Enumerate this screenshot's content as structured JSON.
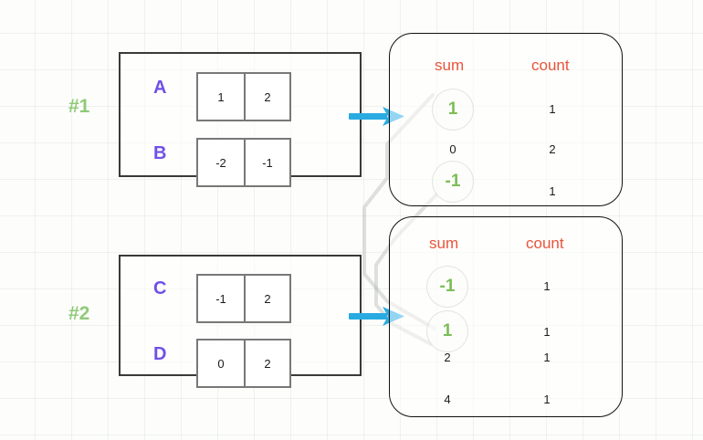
{
  "groups": [
    {
      "tag": "#1"
    },
    {
      "tag": "#2"
    }
  ],
  "input_panels": [
    {
      "name": "panel-1",
      "rows": [
        {
          "label": "A",
          "cells": [
            "1",
            "2"
          ]
        },
        {
          "label": "B",
          "cells": [
            "-2",
            "-1"
          ]
        }
      ]
    },
    {
      "name": "panel-2",
      "rows": [
        {
          "label": "C",
          "cells": [
            "-1",
            "2"
          ]
        },
        {
          "label": "D",
          "cells": [
            "0",
            "2"
          ]
        }
      ]
    }
  ],
  "agg_panels": [
    {
      "name": "agg-panel-1",
      "headers": {
        "sum": "sum",
        "count": "count"
      },
      "rows": [
        {
          "sum": "1",
          "count": "1",
          "highlight": true
        },
        {
          "sum": "0",
          "count": "2",
          "highlight": false
        },
        {
          "sum": "-1",
          "count": "1",
          "highlight": true
        }
      ]
    },
    {
      "name": "agg-panel-2",
      "headers": {
        "sum": "sum",
        "count": "count"
      },
      "rows": [
        {
          "sum": "-1",
          "count": "1",
          "highlight": true
        },
        {
          "sum": "1",
          "count": "1",
          "highlight": true
        },
        {
          "sum": "2",
          "count": "1",
          "highlight": false
        },
        {
          "sum": "4",
          "count": "1",
          "highlight": false
        }
      ]
    }
  ],
  "arrows": [
    {
      "name": "arrow-panel-1-to-agg-1"
    },
    {
      "name": "arrow-panel-2-to-agg-2"
    }
  ],
  "colors": {
    "group_tag": "#8fca78",
    "row_label": "#6f50e8",
    "column_header": "#e8543a",
    "highlight_value": "#7bbd55",
    "arrow": "#29abe2",
    "link_line": "#b0b4b0",
    "panel_border": "#3a3a3a",
    "cell_border": "#787878",
    "grid": "#aabeaa"
  }
}
